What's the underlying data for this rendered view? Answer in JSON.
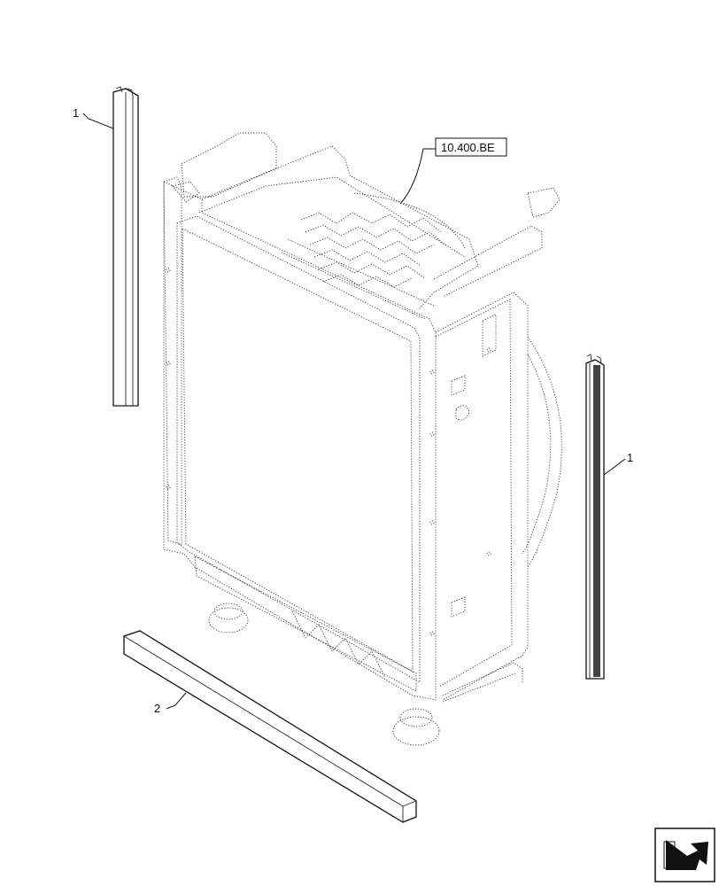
{
  "callouts": {
    "item_1_left": "1",
    "item_1_right": "1",
    "item_2": "2"
  },
  "reference": {
    "label": "10.400.BE"
  },
  "icons": {
    "navigation": "arrow-nav-icon"
  }
}
